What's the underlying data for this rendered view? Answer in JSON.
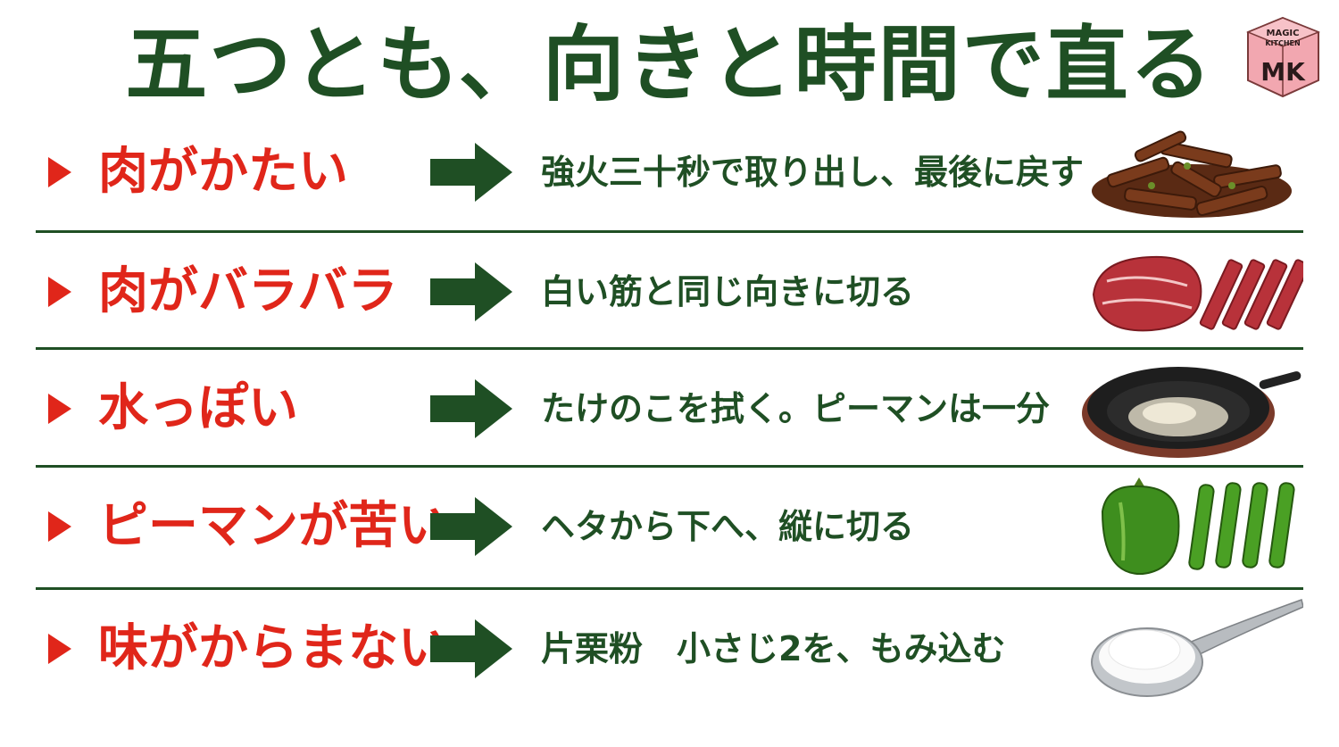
{
  "title": "五つとも、向きと時間で直る",
  "logo": {
    "line1": "MAGIC",
    "line2": "KITCHEN",
    "letters": "MK",
    "color": "#e88a96"
  },
  "colors": {
    "green": "#1f4f24",
    "red": "#e0261a"
  },
  "rows": [
    {
      "problem": "肉がかたい",
      "solution": "強火三十秒で取り出し、最後に戻す",
      "image": "stir-fried-beef-strips"
    },
    {
      "problem": "肉がバラバラ",
      "solution": "白い筋と同じ向きに切る",
      "image": "raw-beef-block-and-strips"
    },
    {
      "problem": "水っぽい",
      "solution": "たけのこを拭く。ピーマンは一分",
      "image": "frying-pan-with-bamboo-shoots"
    },
    {
      "problem": "ピーマンが苦い",
      "solution": "ヘタから下へ、縦に切る",
      "image": "green-pepper-and-slices"
    },
    {
      "problem": "味がからまない",
      "solution": "片栗粉　小さじ2を、もみ込む",
      "image": "spoon-of-starch"
    }
  ]
}
